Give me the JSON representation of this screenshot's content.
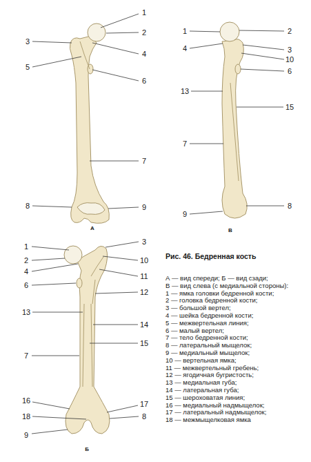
{
  "diagram": {
    "title": "Рис. 46. Бедренная кость",
    "labels": [
      "1",
      "2",
      "3",
      "4",
      "5",
      "6",
      "7",
      "8",
      "9",
      "А",
      "1",
      "2",
      "4",
      "3",
      "10",
      "6",
      "13",
      "15",
      "7",
      "9",
      "8",
      "В",
      "1",
      "3",
      "2",
      "10",
      "4",
      "11",
      "6",
      "12",
      "13",
      "14",
      "15",
      "7",
      "16",
      "17",
      "18",
      "8",
      "9",
      "Б",
      "А — вид спереди; Б — вид сзади;",
      "В — вид слева (с медиальной стороны):",
      "1 — ямка головки бедренной кости;",
      "2 — головка бедренной кости;",
      "3 — большой вертел;",
      "4 — шейка бедренной кости;",
      "5 — межвертельная линия;",
      "6 — малый вертел;",
      "7 — тело бедренной кости;",
      "8 — латеральный мыщелок;",
      "9 — медиальный мыщелок;",
      "10 — вертельная ямка;",
      "11 — межвертельный гребень;",
      "12 — ягодичная бугристость;",
      "13 — медиальная губа;",
      "14 — латеральная губа;",
      "15 — шероховатая линия;",
      "16 — медиальный надмыщелок;",
      "17 — латеральный надмыщелок;",
      "18 — межмыщелковая ямка"
    ]
  }
}
